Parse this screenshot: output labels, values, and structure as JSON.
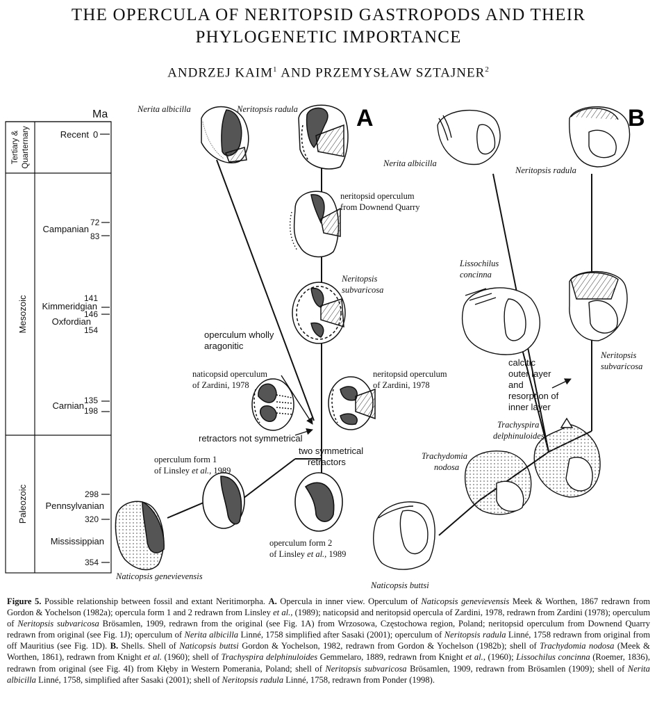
{
  "paper": {
    "title_line1": "THE OPERCULA OF NERITOPSID GASTROPODS AND THEIR",
    "title_line2": "PHYLOGENETIC IMPORTANCE",
    "author1": "ANDRZEJ KAIM",
    "author1_sup": "1",
    "author_joiner": " AND ",
    "author2": "PRZEMYSŁAW SZTAJNER",
    "author2_sup": "2"
  },
  "timescale": {
    "unit": "Ma",
    "eras": [
      "Tertiary &",
      "Quarternary",
      "Mesozoic",
      "Paleozoic"
    ],
    "stages": [
      "Recent",
      "Campanian",
      "Kimmeridgian",
      "Oxfordian",
      "Carnian",
      "Pennsylvanian",
      "Mississippian"
    ],
    "ages": [
      "0",
      "72",
      "83",
      "141",
      "146",
      "154",
      "135",
      "198",
      "298",
      "320",
      "354"
    ]
  },
  "panel_a": {
    "letter": "A",
    "labels": {
      "nerita_albicilla": "Nerita albicilla",
      "neritopsis_radula": "Neritopsis radula",
      "downend_1": "neritopsid operculum",
      "downend_2": "from Downend Quarry",
      "subvaricosa_1": "Neritopsis",
      "subvaricosa_2": "subvaricosa",
      "aragonitic_1": "operculum wholly",
      "aragonitic_2": "aragonitic",
      "naticopsid_1": "naticopsid operculum",
      "naticopsid_2": "of Zardini, 1978",
      "neritopsid_z_1": "neritopsid operculum",
      "neritopsid_z_2": "of Zardini, 1978",
      "not_symmetrical": "retractors not symmetrical",
      "two_sym_1": "two symmetrical",
      "two_sym_2": "retractors",
      "form1_1": "operculum form 1",
      "form1_2a": "of Linsley ",
      "form1_2b": "et al.",
      "form1_2c": ", 1989",
      "form2_1": "operculum form 2",
      "form2_2a": "of Linsley ",
      "form2_2b": "et al.",
      "form2_2c": ", 1989",
      "genevievensis": "Naticopsis genevievensis"
    }
  },
  "panel_b": {
    "letter": "B",
    "labels": {
      "nerita_albicilla": "Nerita albicilla",
      "neritopsis_radula": "Neritopsis radula",
      "lissochilus_1": "Lissochilus",
      "lissochilus_2": "concinna",
      "calcitic_1": "calcitic",
      "calcitic_2": "outer layer",
      "calcitic_3": "and",
      "calcitic_4": "resorption of",
      "calcitic_5": "inner layer",
      "subvaricosa_1": "Neritopsis",
      "subvaricosa_2": "subvaricosa",
      "trachyspira_1": "Trachyspira",
      "trachyspira_2": "delphinuloides",
      "trachydomia_1": "Trachydomia",
      "trachydomia_2": "nodosa",
      "buttsi": "Naticopsis buttsi"
    }
  },
  "caption": {
    "label": "Figure 5.",
    "segments": [
      [
        " Possible relationship between fossil and extant Neritimorpha. ",
        "n"
      ],
      [
        "A.",
        "b"
      ],
      [
        " Opercula in inner view. Operculum of ",
        "n"
      ],
      [
        "Naticopsis genevievensis",
        "i"
      ],
      [
        " Meek & Worthen, 1867 redrawn from Gordon & Yochelson (1982a); opercula form 1 and 2 redrawn from Linsley ",
        "n"
      ],
      [
        "et al.",
        "i"
      ],
      [
        ", (1989); naticopsid and neritopsid opercula of Zardini, 1978, redrawn from Zardini (1978); operculum of ",
        "n"
      ],
      [
        "Neritopsis subvaricosa",
        "i"
      ],
      [
        " Brösamlen, 1909, redrawn from the original (see Fig. 1A) from Wrzosowa, Częstochowa region, Poland; neritopsid operculum from Downend Quarry redrawn from original (see Fig. 1J); operculum of ",
        "n"
      ],
      [
        "Nerita albicilla",
        "i"
      ],
      [
        " Linné, 1758 simplified after Sasaki (2001); operculum of ",
        "n"
      ],
      [
        "Neritopsis radula",
        "i"
      ],
      [
        " Linné, 1758 redrawn from original from off Mauritius (see Fig. 1D). ",
        "n"
      ],
      [
        "B.",
        "b"
      ],
      [
        " Shells. Shell of ",
        "n"
      ],
      [
        "Naticopsis buttsi",
        "i"
      ],
      [
        " Gordon & Yochelson, 1982, redrawn from Gordon & Yochelson (1982b); shell of ",
        "n"
      ],
      [
        "Trachydomia nodosa",
        "i"
      ],
      [
        " (Meek & Worthen, 1861), redrawn from Knight ",
        "n"
      ],
      [
        "et al.",
        "i"
      ],
      [
        " (1960); shell of ",
        "n"
      ],
      [
        "Trachyspira delphinuloides",
        "i"
      ],
      [
        " Gemmelaro, 1889, redrawn from Knight ",
        "n"
      ],
      [
        "et al.",
        "i"
      ],
      [
        ", (1960); ",
        "n"
      ],
      [
        "Lissochilus concinna",
        "i"
      ],
      [
        " (Roemer, 1836), redrawn from original (see Fig. 4I) from Kłęby in Western Pomerania, Poland; shell of ",
        "n"
      ],
      [
        "Neritopsis subvaricosa",
        "i"
      ],
      [
        " Brösamlen, 1909, redrawn from Brösamlen (1909); shell of ",
        "n"
      ],
      [
        "Nerita albicilla",
        "i"
      ],
      [
        " Linné, 1758, simplified after Sasaki (2001); shell of ",
        "n"
      ],
      [
        "Neritopsis radula",
        "i"
      ],
      [
        " Linné, 1758, redrawn from Ponder (1998).",
        "n"
      ]
    ]
  }
}
